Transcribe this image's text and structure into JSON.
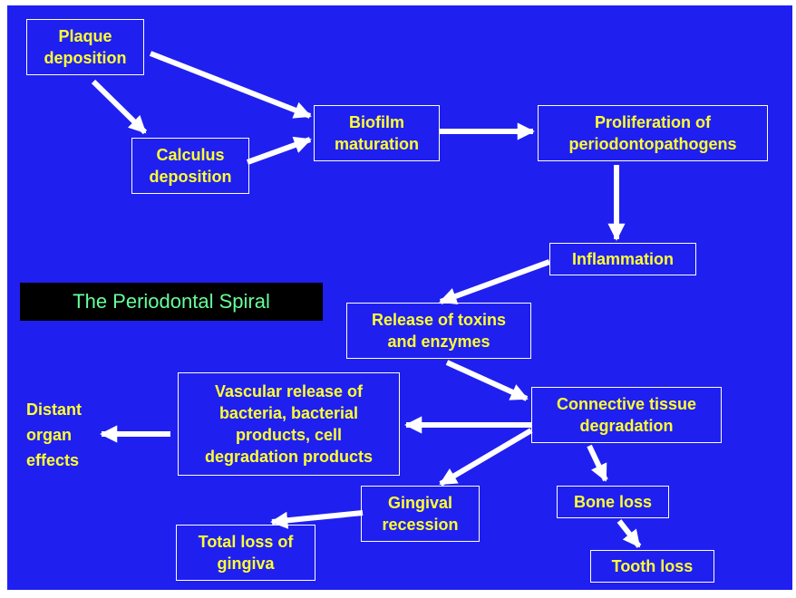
{
  "diagram": {
    "title": "The Periodontal Spiral",
    "colors": {
      "background": "#1f1ff0",
      "node_text": "#ffff33",
      "node_border": "#ffffff",
      "arrow": "#ffffff",
      "title_text": "#66ff99",
      "title_background": "#000000"
    },
    "nodes": {
      "plaque": "Plaque\ndeposition",
      "calculus": "Calculus\ndeposition",
      "biofilm": "Biofilm\nmaturation",
      "proliferation": "Proliferation of\nperiodontopathogens",
      "inflammation": "Inflammation",
      "toxins": "Release of toxins\nand enzymes",
      "connective": "Connective tissue\ndegradation",
      "vascular": "Vascular release of\nbacteria, bacterial\nproducts, cell\ndegradation products",
      "distant": "Distant\norgan\neffects",
      "gingival": "Gingival\nrecession",
      "total_loss": "Total loss of\ngingiva",
      "bone_loss": "Bone loss",
      "tooth_loss": "Tooth loss"
    },
    "edges": [
      {
        "from": "plaque",
        "to": "biofilm"
      },
      {
        "from": "plaque",
        "to": "calculus"
      },
      {
        "from": "calculus",
        "to": "biofilm"
      },
      {
        "from": "biofilm",
        "to": "proliferation"
      },
      {
        "from": "proliferation",
        "to": "inflammation"
      },
      {
        "from": "inflammation",
        "to": "toxins"
      },
      {
        "from": "toxins",
        "to": "connective"
      },
      {
        "from": "connective",
        "to": "vascular"
      },
      {
        "from": "vascular",
        "to": "distant"
      },
      {
        "from": "connective",
        "to": "gingival"
      },
      {
        "from": "gingival",
        "to": "total_loss"
      },
      {
        "from": "connective",
        "to": "bone_loss"
      },
      {
        "from": "bone_loss",
        "to": "tooth_loss"
      }
    ]
  }
}
